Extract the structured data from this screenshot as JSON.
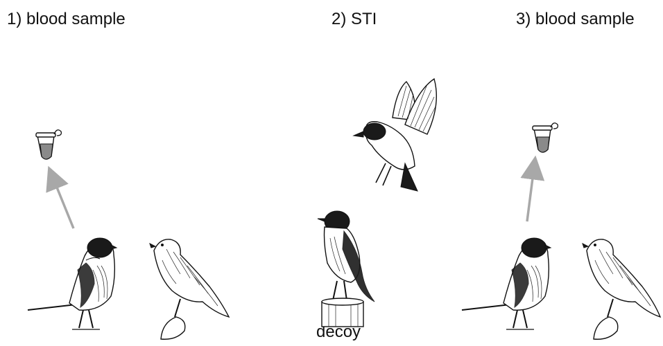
{
  "steps": [
    {
      "label": "1) blood sample"
    },
    {
      "label": "2) STI"
    },
    {
      "label": "3) blood sample"
    }
  ],
  "decoy_label": "decoy",
  "colors": {
    "arrow": "#a8a8a8",
    "ink": "#111111",
    "tube_fill": "#8a8a8a",
    "background": "#ffffff"
  },
  "icons": [
    "sample-tube-icon",
    "stonechat-male-icon",
    "stonechat-female-icon",
    "flying-stonechat-icon",
    "decoy-stonechat-icon"
  ]
}
